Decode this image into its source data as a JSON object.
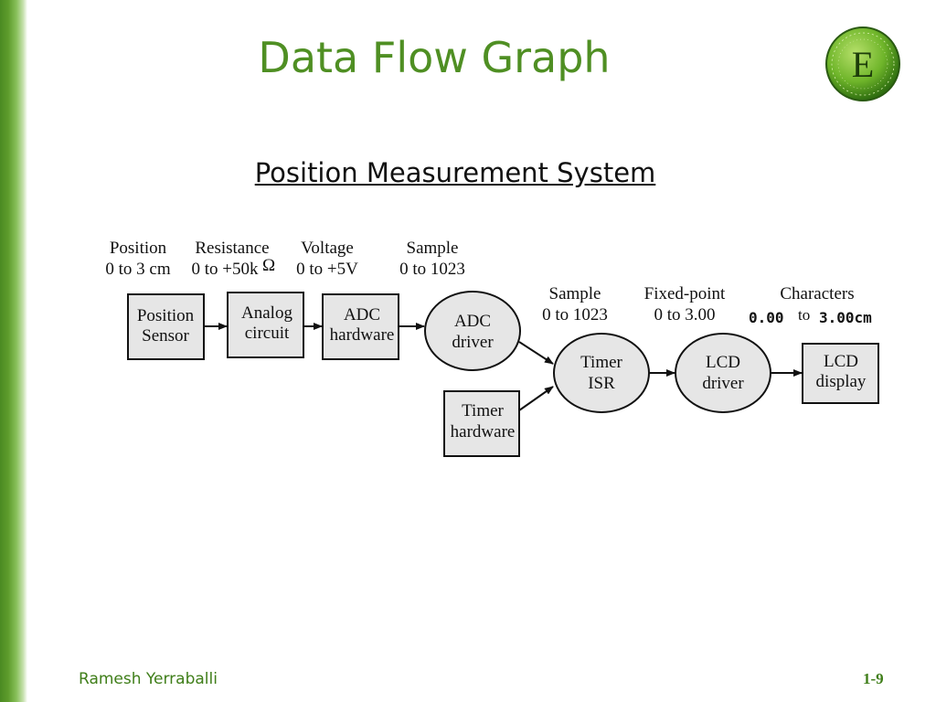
{
  "slide": {
    "title": "Data Flow Graph",
    "subtitle": "Position Measurement System",
    "footer_author": "Ramesh Yerraballi",
    "page_number": "1-9",
    "logo_icon": "texas-e-logo-icon",
    "accent_color": "#4f8f23"
  },
  "diagram": {
    "labels": {
      "position": [
        "Position",
        "0 to 3 cm"
      ],
      "resistance": [
        "Resistance",
        "0 to +50k",
        "Ω"
      ],
      "voltage": [
        "Voltage",
        "0 to +5V"
      ],
      "sample1": [
        "Sample",
        "0 to 1023"
      ],
      "sample2": [
        "Sample",
        "0 to 1023"
      ],
      "fixed_point": [
        "Fixed-point",
        "0 to 3.00"
      ],
      "characters": [
        "Characters",
        "0.00",
        "to",
        "3.00cm"
      ]
    },
    "nodes": {
      "position_sensor": [
        "Position",
        "Sensor"
      ],
      "analog_circuit": [
        "Analog",
        "circuit"
      ],
      "adc_hardware": [
        "ADC",
        "hardware"
      ],
      "adc_driver": [
        "ADC",
        "driver"
      ],
      "timer_hardware": [
        "Timer",
        "hardware"
      ],
      "timer_isr": [
        "Timer",
        "ISR"
      ],
      "lcd_driver": [
        "LCD",
        "driver"
      ],
      "lcd_display": [
        "LCD",
        "display"
      ]
    }
  }
}
